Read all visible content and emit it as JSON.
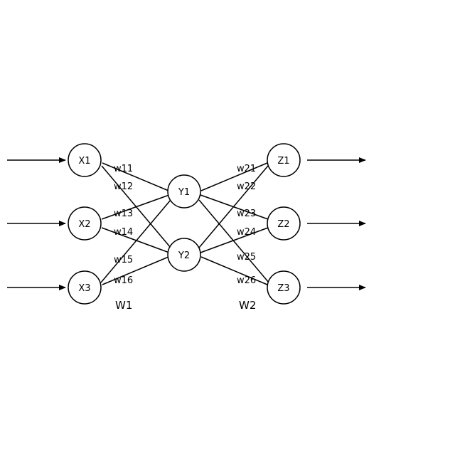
{
  "diagram": {
    "input_nodes": [
      "X1",
      "X2",
      "X3"
    ],
    "hidden_nodes": [
      "Y1",
      "Y2"
    ],
    "output_nodes": [
      "Z1",
      "Z2",
      "Z3"
    ],
    "weights_w1": [
      "w11",
      "w12",
      "w13",
      "w14",
      "w15",
      "w16"
    ],
    "weights_w2": [
      "w21",
      "w22",
      "w23",
      "w24",
      "w25",
      "w26"
    ],
    "group_w1": "W1",
    "group_w2": "W2"
  }
}
